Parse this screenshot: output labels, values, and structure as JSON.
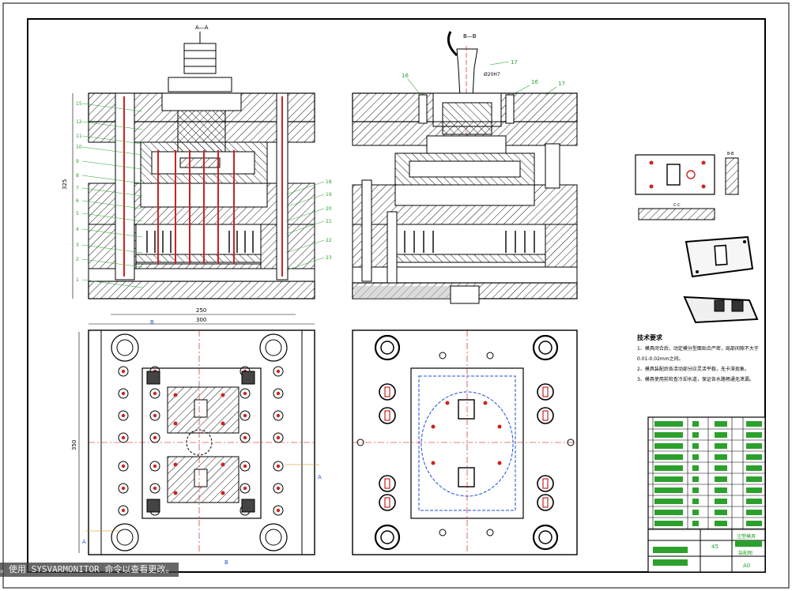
{
  "canvas": {
    "background": "#ffffff",
    "line_color": "#000000",
    "callout_color": "#2ca02c",
    "hole_color": "#cc2222",
    "axis_color": "#cc0000",
    "hatch_color": "#000000",
    "blue_label_color": "#1f4fd8"
  },
  "sections": {
    "aa_label": "A—A",
    "bb_label": "B—B",
    "right_callout_top": "17",
    "right_callout_16a": "16",
    "right_callout_16b": "16",
    "right_callout_17": "17",
    "dim_325": "325",
    "dim_250": "250",
    "dim_300": "300",
    "dim_350": "350",
    "dim_d20": "Ø20H7"
  },
  "left_callouts": [
    "15",
    "12",
    "11",
    "10",
    "9",
    "8",
    "7",
    "6",
    "5",
    "4",
    "3",
    "2",
    "1"
  ],
  "mid_callouts": [
    "18",
    "19",
    "20",
    "21",
    "22",
    "23"
  ],
  "plan_labels": {
    "b_top": "B",
    "b_bottom": "B",
    "a_left": "A",
    "a_right": "A"
  },
  "part_view": {
    "label_bb": "B-B",
    "label_cc": "C-C"
  },
  "tech_req": {
    "title": "技术要求",
    "lines": [
      "1、模具闭合后，动定模分型面贴合严密，局部间隙不大于",
      "0.01-0.02mm之间。",
      "2、模具装配后各活动部分应灵活平稳，无卡滞现象。",
      "3、模具使用前检查冷却水道，保证各水路畅通无泄漏。"
    ]
  },
  "title_block": {
    "material": "45",
    "name": "注塑模具",
    "drawing": "装配图",
    "scale": "A0"
  },
  "command_line": "。使用 SYSVARMONITOR 命令以查看更改。"
}
